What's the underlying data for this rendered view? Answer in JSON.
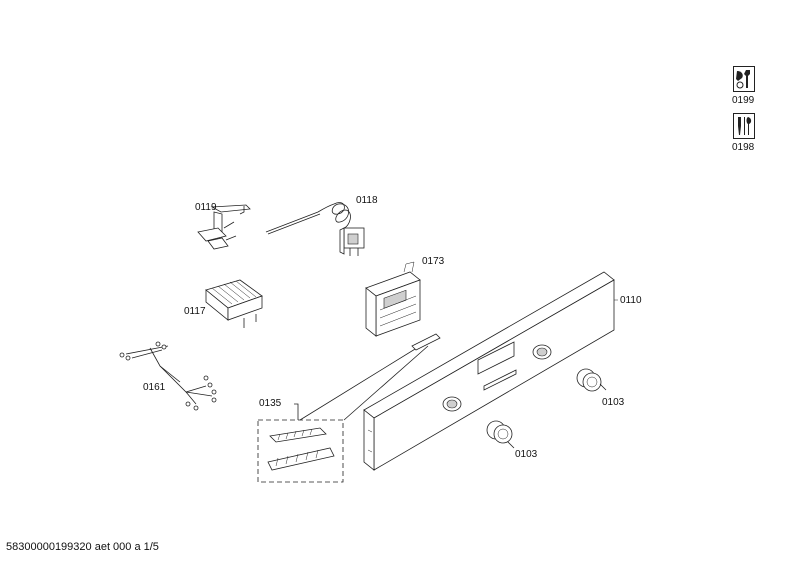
{
  "parts": {
    "p0199": "0199",
    "p0198": "0198",
    "p0119": "0119",
    "p0118": "0118",
    "p0173": "0173",
    "p0117": "0117",
    "p0110": "0110",
    "p0161": "0161",
    "p0135": "0135",
    "p0103a": "0103",
    "p0103b": "0103"
  },
  "footer": {
    "doc_id": "58300000199320 aet 000 a 1/5"
  },
  "icons": {
    "tools": "wrench-screwdriver-icon",
    "accessories": "tools-set-icon"
  }
}
